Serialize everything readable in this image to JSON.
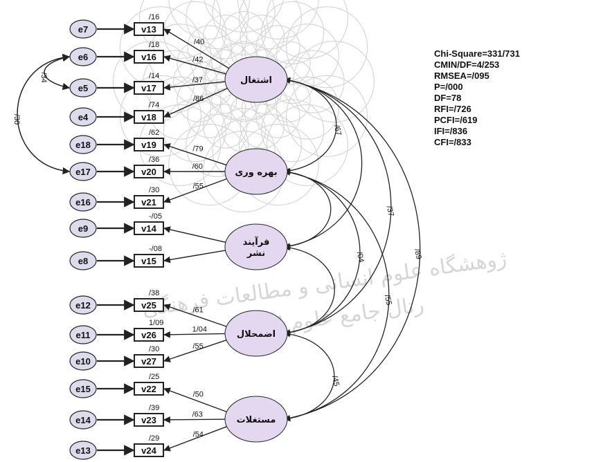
{
  "errors": [
    "e7",
    "e6",
    "e5",
    "e4",
    "e18",
    "e17",
    "e16",
    "e9",
    "e8",
    "e12",
    "e11",
    "e10",
    "e15",
    "e14",
    "e13"
  ],
  "indicators": [
    {
      "name": "v13",
      "error": "e7",
      "factor": "f1",
      "loading": "/40",
      "r2": "/16"
    },
    {
      "name": "v16",
      "error": "e6",
      "factor": "f1",
      "loading": "/42",
      "r2": "/18"
    },
    {
      "name": "v17",
      "error": "e5",
      "factor": "f1",
      "loading": "/37",
      "r2": "/14"
    },
    {
      "name": "v18",
      "error": "e4",
      "factor": "f1",
      "loading": "/86",
      "r2": "/74"
    },
    {
      "name": "v19",
      "error": "e18",
      "factor": "f2",
      "loading": "/79",
      "r2": "/62"
    },
    {
      "name": "v20",
      "error": "e17",
      "factor": "f2",
      "loading": "/60",
      "r2": "/36"
    },
    {
      "name": "v21",
      "error": "e16",
      "factor": "f2",
      "loading": "/55",
      "r2": "/30"
    },
    {
      "name": "v14",
      "error": "e9",
      "factor": "f3",
      "loading": "",
      "r2": "-/05"
    },
    {
      "name": "v15",
      "error": "e8",
      "factor": "f3",
      "loading": "",
      "r2": "-/08"
    },
    {
      "name": "v25",
      "error": "e12",
      "factor": "f4",
      "loading": "/61",
      "r2": "/38"
    },
    {
      "name": "v26",
      "error": "e11",
      "factor": "f4",
      "loading": "1/04",
      "r2": "1/09"
    },
    {
      "name": "v27",
      "error": "e10",
      "factor": "f4",
      "loading": "/55",
      "r2": "/30"
    },
    {
      "name": "v22",
      "error": "e15",
      "factor": "f5",
      "loading": "/50",
      "r2": "/25"
    },
    {
      "name": "v23",
      "error": "e14",
      "factor": "f5",
      "loading": "/63",
      "r2": "/39"
    },
    {
      "name": "v24",
      "error": "e13",
      "factor": "f5",
      "loading": "/54",
      "r2": "/29"
    }
  ],
  "factors": [
    {
      "id": "f1",
      "lines": [
        "اشتغال"
      ]
    },
    {
      "id": "f2",
      "lines": [
        "بهره وری"
      ]
    },
    {
      "id": "f3",
      "lines": [
        "فرآیند",
        "نشر"
      ]
    },
    {
      "id": "f4",
      "lines": [
        "اضمحلال"
      ]
    },
    {
      "id": "f5",
      "lines": [
        "مستغلات"
      ]
    }
  ],
  "error_covariances": [
    {
      "from": "e6",
      "to": "e5",
      "label": "/34"
    },
    {
      "from": "e6",
      "to": "e17",
      "label": "/30"
    }
  ],
  "factor_correlations": [
    {
      "from": "f1",
      "to": "f2",
      "label": "/67"
    },
    {
      "from": "f1",
      "to": "f3",
      "label": ""
    },
    {
      "from": "f1",
      "to": "f4",
      "label": "/37"
    },
    {
      "from": "f1",
      "to": "f5",
      "label": "/89"
    },
    {
      "from": "f2",
      "to": "f3",
      "label": ""
    },
    {
      "from": "f2",
      "to": "f4",
      "label": "/04"
    },
    {
      "from": "f2",
      "to": "f5",
      "label": "/55"
    },
    {
      "from": "f3",
      "to": "f4",
      "label": ""
    },
    {
      "from": "f4",
      "to": "f5",
      "label": "/45"
    }
  ],
  "fit_indices": [
    "Chi-Square=331/731",
    "CMIN/DF=4/253",
    "RMSEA=/095",
    "P=/000",
    "DF=78",
    "RFI=/726",
    "PCFI=/619",
    "IFI=/836",
    "CFI=/833"
  ],
  "watermark": {
    "lines": [
      "ژوهشگاه علوم انسانی و مطالعات فرهنگی",
      "رتال جامع علوم انسانی"
    ]
  },
  "colors": {
    "error_fill": "#dcdcec",
    "factor_fill": "#e3d8f0",
    "stroke": "#222222",
    "watermark": "#d6d6d6"
  }
}
